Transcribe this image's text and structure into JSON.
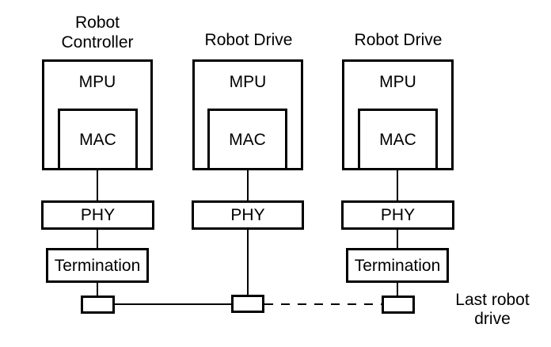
{
  "diagram": {
    "columns": {
      "controller": {
        "title_line1": "Robot",
        "title_line2": "Controller",
        "mpu_label": "MPU",
        "mac_label": "MAC",
        "phy_label": "PHY",
        "termination_label": "Termination"
      },
      "drive1": {
        "title": "Robot Drive",
        "mpu_label": "MPU",
        "mac_label": "MAC",
        "phy_label": "PHY"
      },
      "drive2": {
        "title": "Robot Drive",
        "mpu_label": "MPU",
        "mac_label": "MAC",
        "phy_label": "PHY",
        "termination_label": "Termination"
      }
    },
    "annotations": {
      "last_robot_line1": "Last robot",
      "last_robot_line2": "drive"
    },
    "colors": {
      "line": "#000000",
      "background": "#ffffff",
      "text": "#000000"
    }
  }
}
